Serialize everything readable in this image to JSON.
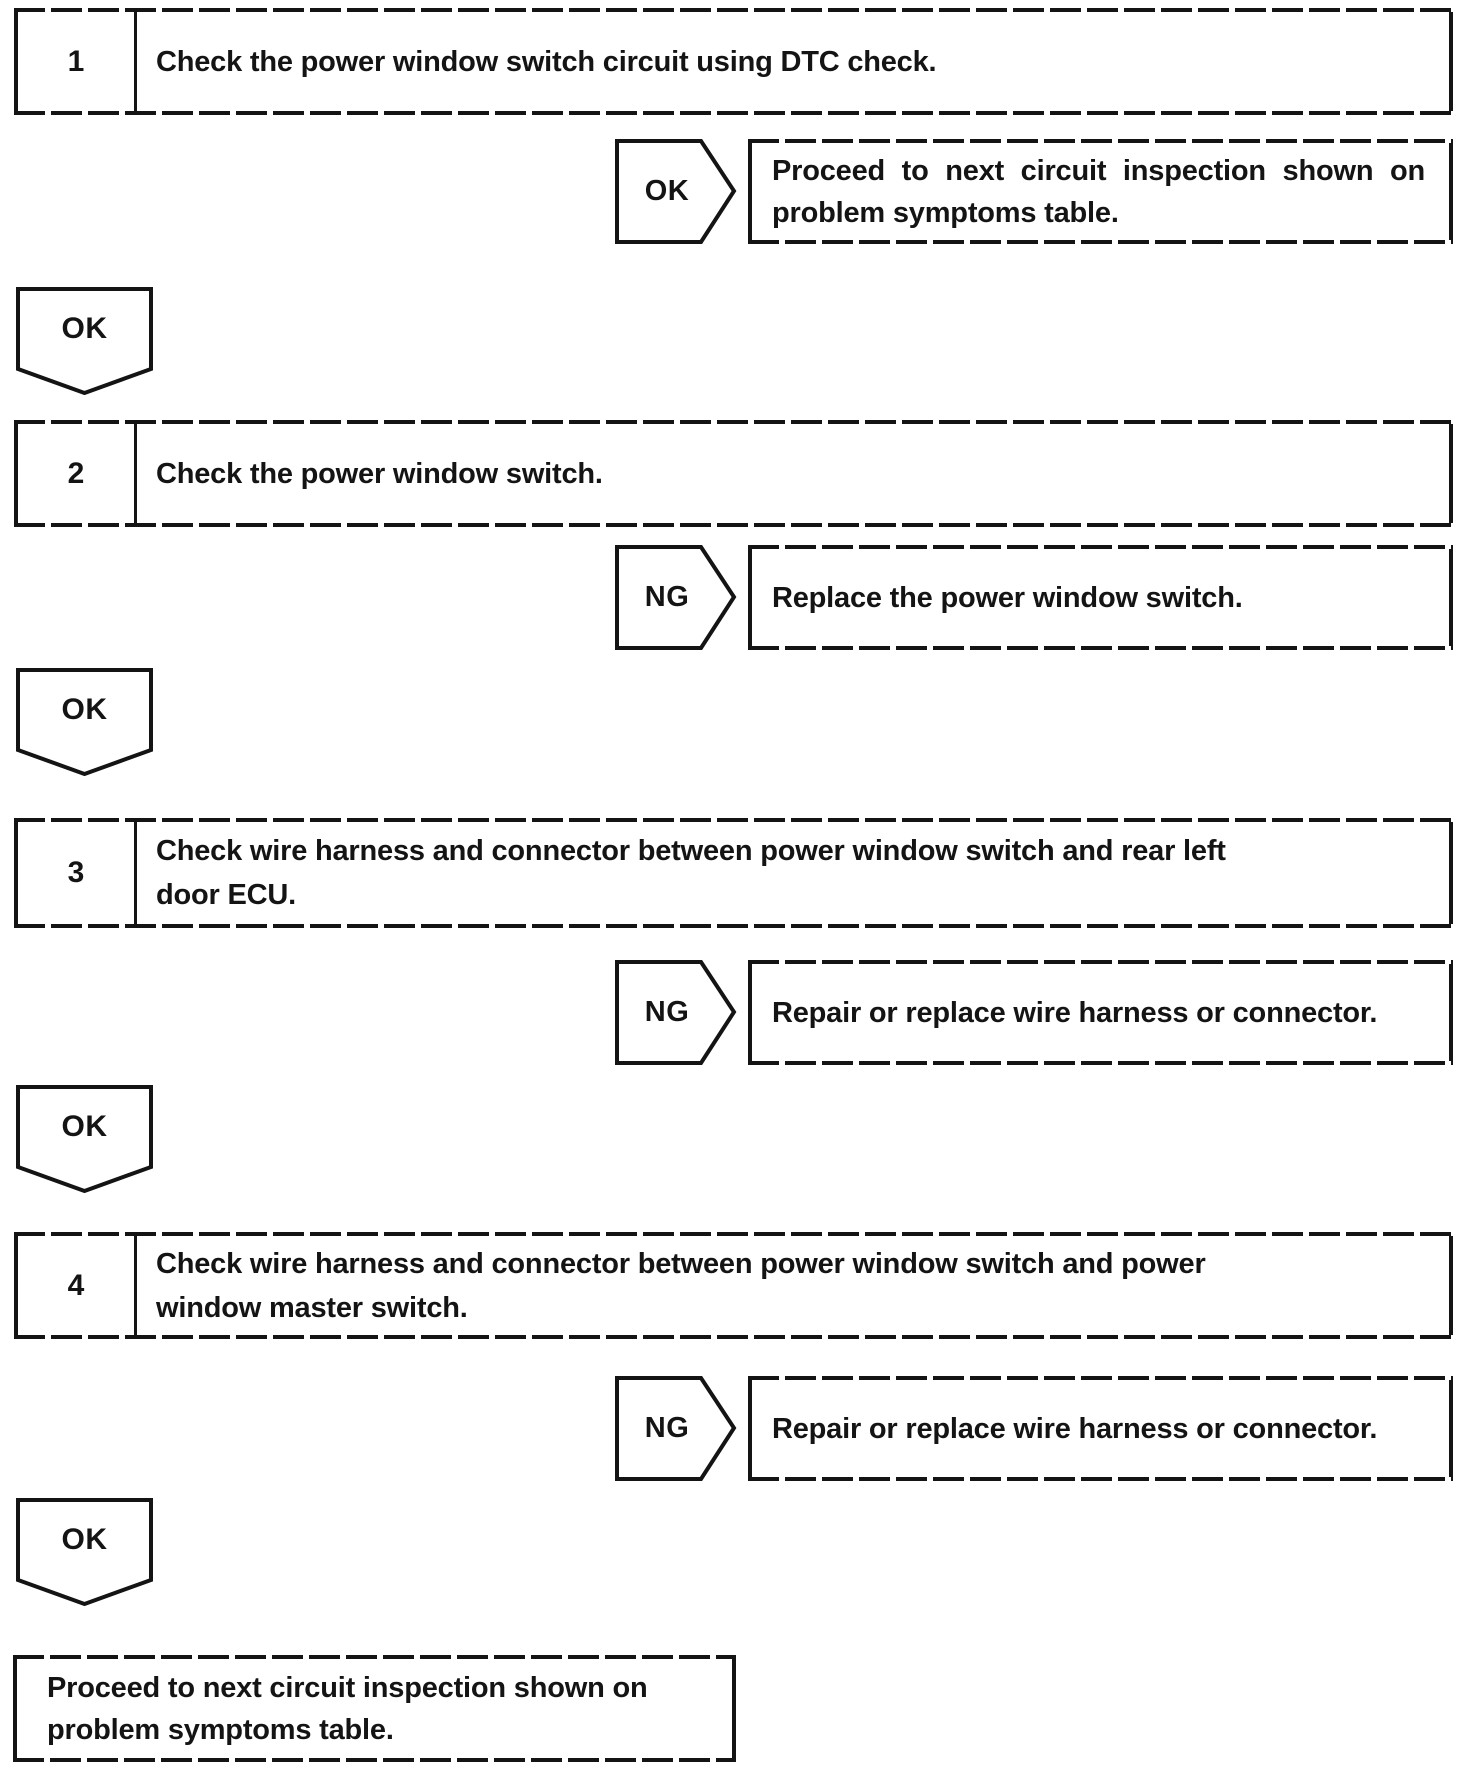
{
  "colors": {
    "ink": "#141414",
    "paper": "#ffffff"
  },
  "steps": [
    {
      "number": "1",
      "text": "Check the power window switch circuit using DTC check."
    },
    {
      "number": "2",
      "text": "Check the power window switch."
    },
    {
      "number": "3",
      "text": "Check wire harness and connector between power window switch and rear left\ndoor ECU."
    },
    {
      "number": "4",
      "text": "Check wire harness and connector between power window switch and power\nwindow master switch."
    }
  ],
  "branches": [
    {
      "label": "OK",
      "result": "Proceed to next circuit inspection shown on\nproblem symptoms table."
    },
    {
      "label": "NG",
      "result": "Replace the power window switch."
    },
    {
      "label": "NG",
      "result": "Repair or replace wire harness or connector."
    },
    {
      "label": "NG",
      "result": "Repair or replace wire harness or connector."
    }
  ],
  "connectors": [
    {
      "label": "OK"
    },
    {
      "label": "OK"
    },
    {
      "label": "OK"
    },
    {
      "label": "OK"
    }
  ],
  "terminal": {
    "text": "Proceed to next circuit inspection shown on\nproblem symptoms table."
  }
}
